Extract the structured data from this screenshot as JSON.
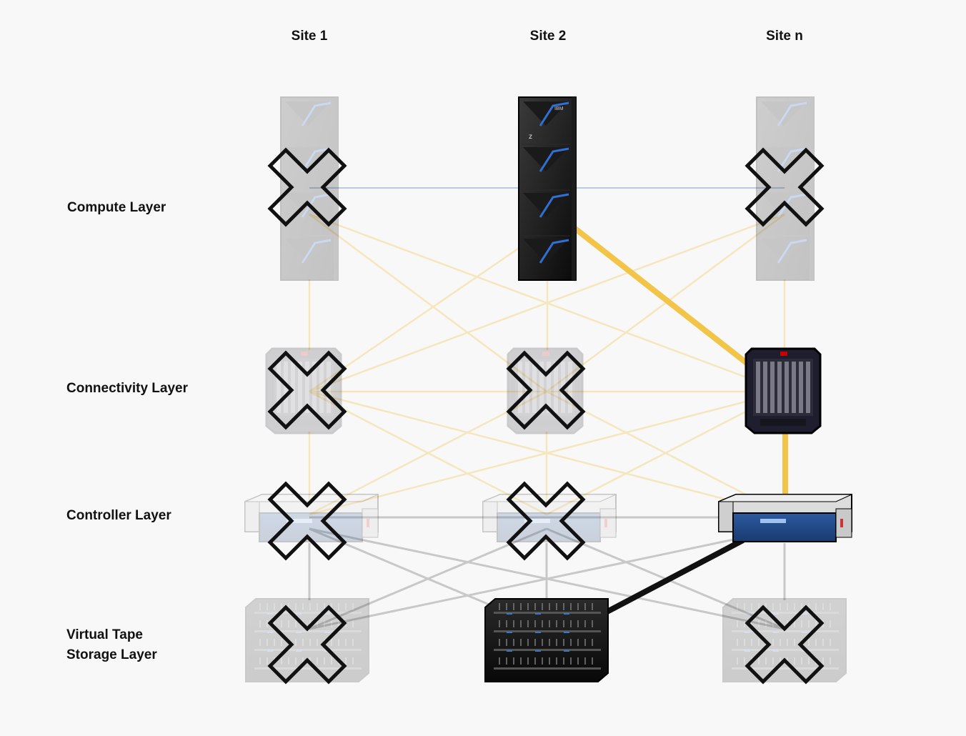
{
  "sites": [
    "Site 1",
    "Site 2",
    "Site n"
  ],
  "layers": {
    "compute": "Compute Layer",
    "connectivity": "Connectivity Layer",
    "controller": "Controller Layer",
    "storage_line1": "Virtual Tape",
    "storage_line2": "Storage Layer"
  },
  "device_logos": {
    "mainframe_brand": "IBM",
    "mainframe_model": "z"
  },
  "colors": {
    "background": "#f8f8f8",
    "active_link_fiber": "#f2c447",
    "inactive_link_fiber": "#f6e6bd",
    "cross_site_link": "#b8cbe3",
    "controller_link": "#c8c8c8",
    "active_link_storage": "#111111",
    "failure_mark": "#111111"
  }
}
